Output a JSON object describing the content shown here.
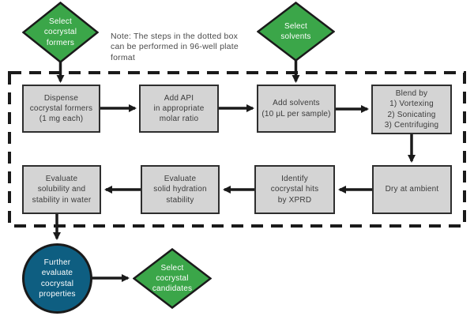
{
  "colors": {
    "green": "#3ba649",
    "teal": "#0e5e81",
    "box_fill": "#d4d4d4",
    "box_border": "#2e2e2e",
    "outline": "#1a1a1a",
    "box_text": "#3b3b3b",
    "note_text": "#4a4a4a",
    "light_text": "#ffffff",
    "background": "#ffffff"
  },
  "note": "Note: The steps in the dotted box\ncan be performed in 96-well plate\nformat",
  "labels": {
    "select_formers": "Select\ncocrystal\nformers",
    "select_solvents": "Select\nsolvents",
    "dispense": "Dispense\ncocrystal formers\n(1 mg each)",
    "add_api": "Add API\nin appropriate\nmolar ratio",
    "add_solvents": "Add solvents\n(10 μL per sample)",
    "blend": "Blend by\n1) Vortexing\n2) Sonicating\n3) Centrifuging",
    "dry": "Dry at ambient",
    "identify": "Identify\ncocrystal hits\nby XPRD",
    "eval_hydration": "Evaluate\nsolid hydration\nstability",
    "eval_solubility": "Evaluate\nsolubility and\nstability in water",
    "further_evaluate": "Further\nevaluate\ncocrystal\nproperties",
    "select_candidates": "Select\ncocrystal\ncandidates"
  },
  "edges": [
    {
      "from": "select_formers",
      "to": "dispense"
    },
    {
      "from": "select_solvents",
      "to": "add_solvents"
    },
    {
      "from": "dispense",
      "to": "add_api"
    },
    {
      "from": "add_api",
      "to": "add_solvents"
    },
    {
      "from": "add_solvents",
      "to": "blend"
    },
    {
      "from": "blend",
      "to": "dry"
    },
    {
      "from": "dry",
      "to": "identify"
    },
    {
      "from": "identify",
      "to": "eval_hydration"
    },
    {
      "from": "eval_hydration",
      "to": "eval_solubility"
    },
    {
      "from": "eval_solubility",
      "to": "further_evaluate"
    },
    {
      "from": "further_evaluate",
      "to": "select_candidates"
    }
  ]
}
